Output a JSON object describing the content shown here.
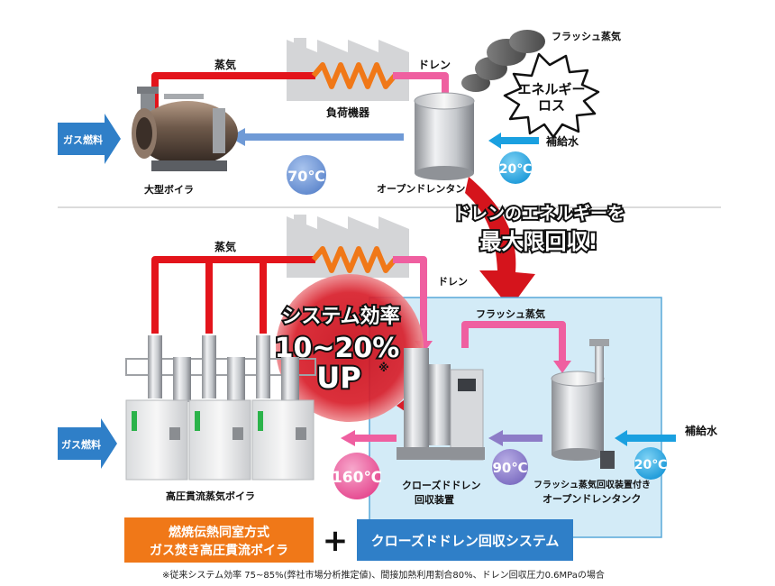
{
  "top": {
    "steam": "蒸気",
    "drain": "ドレン",
    "load_equipment": "負荷機器",
    "flash_steam": "フラッシュ蒸気",
    "energy_loss_line1": "エネルギー",
    "energy_loss_line2": "ロス",
    "makeup_water": "補給水",
    "gas_fuel": "ガス燃料",
    "large_boiler": "大型ボイラ",
    "open_drain_tank": "オープンドレンタンク",
    "temp_return": "70℃",
    "temp_makeup": "20℃"
  },
  "callout": {
    "line1": "ドレンのエネルギーを",
    "line2": "最大限回収!"
  },
  "bottom": {
    "steam": "蒸気",
    "drain": "ドレン",
    "flash_steam": "フラッシュ蒸気",
    "makeup_water": "補給水",
    "gas_fuel": "ガス燃料",
    "efficiency_line1": "システム効率",
    "efficiency_line2": "10~20%",
    "efficiency_line3": "UP",
    "efficiency_mark": "※",
    "temp_boiler_in": "160℃",
    "temp_recovery_in": "90℃",
    "temp_makeup": "20℃",
    "boiler_label": "高圧貫流蒸気ボイラ",
    "recovery_label_line1": "クローズドドレン",
    "recovery_label_line2": "回収装置",
    "tank_label_line1": "フラッシュ蒸気回収装置付き",
    "tank_label_line2": "オープンドレンタンク"
  },
  "legend": {
    "left_line1": "燃焼伝熱同室方式",
    "left_line2": "ガス焚き高圧貫流ボイラ",
    "plus": "+",
    "right": "クローズドドレン回収システム"
  },
  "footnote": "※従来システム効率 75~85%(弊社市場分析推定値)、間接加熱利用割合80%、ドレン回収圧力0.6MPaの場合",
  "colors": {
    "steam_red": "#e3141b",
    "drain_pink": "#ef5fa0",
    "return_blue": "#6f9ad6",
    "cyan": "#1aa0e0",
    "gas_blue": "#2f7fc8",
    "orange": "#f07818",
    "panel": "#d3ebf7",
    "purple": "#8d7cc7"
  }
}
